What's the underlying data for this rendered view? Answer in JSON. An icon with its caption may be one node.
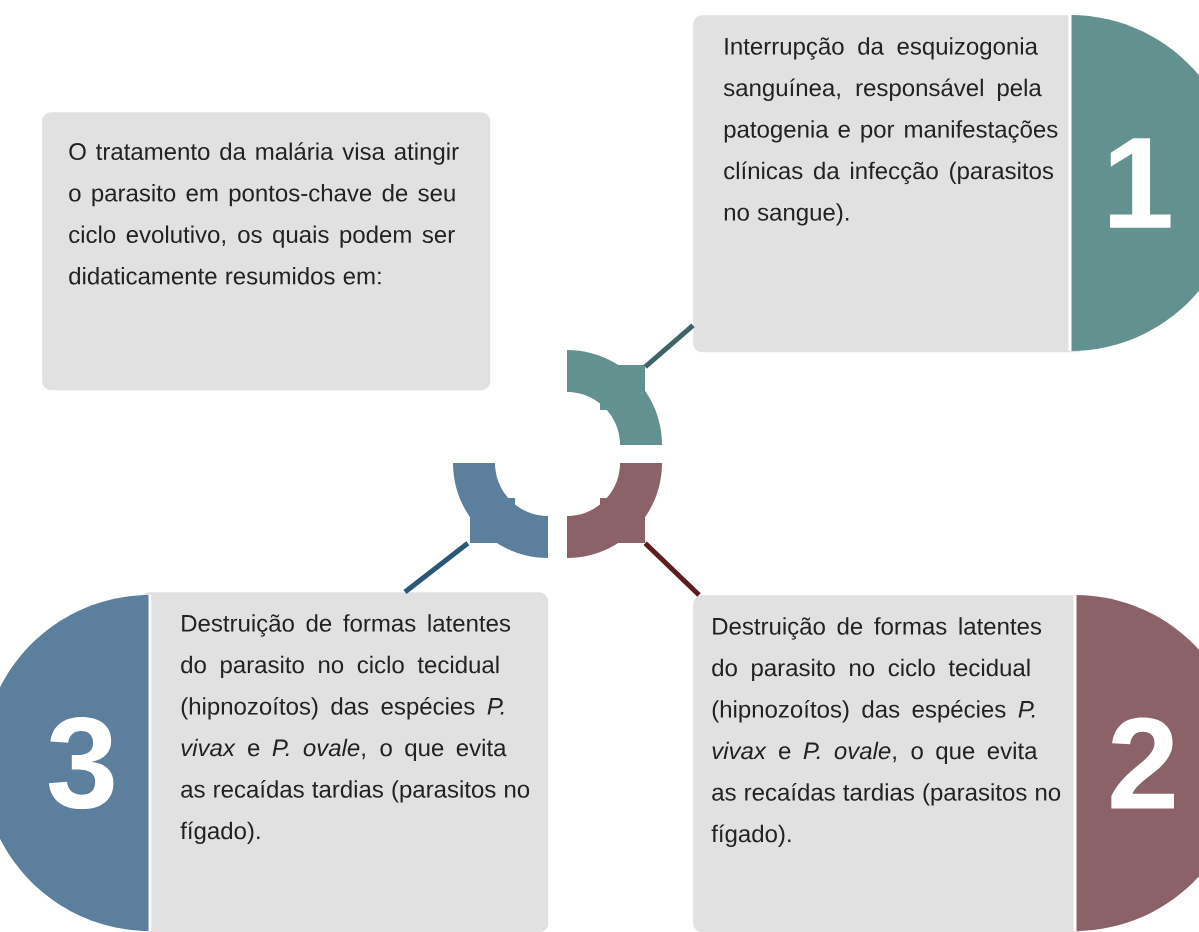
{
  "diagram": {
    "nodes": [
      {
        "text": [
          "O tratamento da malária visa atingir o parasito em pontos-chave de seu ciclo evolutivo, os quais podem ser didaticamente resumidos em:"
        ]
      },
      {
        "text": [
          "Interrupção da esquizogonia sanguínea, responsável pela patogenia e por manifestações clínicas da infecção (parasitos no sangue)."
        ]
      },
      {
        "text": [
          "1"
        ]
      },
      {
        "text": [
          "Destruição de formas latentes do parasito no ciclo tecidual (hipnozoítos) das espécies *P. vivax* e *P. ovale*, o que evita as recaídas tardias (parasitos no fígado)."
        ]
      },
      {
        "text": [
          "2"
        ]
      },
      {
        "text": [
          "Destruição de formas latentes do parasito no ciclo tecidual (hipnozoítos) das espécies *P. vivax* e *P. ovale*, o que evita as recaídas tardias (parasitos no fígado)."
        ]
      },
      {
        "text": [
          "3"
        ]
      },
      {
        "text": [],
        "shape": "arc"
      },
      {
        "text": [],
        "shape": "arc"
      },
      {
        "text": [],
        "shape": "arc"
      }
    ],
    "edges": [
      {
        "from": 7,
        "to": 1,
        "arrow": "none",
        "color": "#3f6467"
      },
      {
        "from": 8,
        "to": 3,
        "arrow": "none",
        "color": "#5c1f1f"
      },
      {
        "from": 9,
        "to": 5,
        "arrow": "none",
        "color": "#2b5878"
      }
    ]
  }
}
